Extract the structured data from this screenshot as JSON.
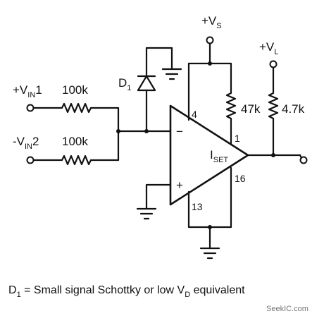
{
  "labels": {
    "vs_prefix": "+V",
    "vs_sub": "S",
    "vl_prefix": "+V",
    "vl_sub": "L",
    "vin1_prefix": "+V",
    "vin1_sub": "IN",
    "vin1_suffix": "1",
    "vin2_prefix": "-V",
    "vin2_sub": "IN",
    "vin2_suffix": "2",
    "r1": "100k",
    "r2": "100k",
    "r3": "47k",
    "r4": "4.7k",
    "d1_prefix": "D",
    "d1_sub": "1",
    "iset_prefix": "I",
    "iset_sub": "SET",
    "minus": "−",
    "plus": "+",
    "pin4": "4",
    "pin1": "1",
    "pin16": "16",
    "pin13": "13"
  },
  "footnote": {
    "d_prefix": "D",
    "d_sub": "1",
    "middle": " = Small signal Schottky or low V",
    "v_sub": "D",
    "end": " equivalent"
  },
  "watermark": "SeekIC.com"
}
